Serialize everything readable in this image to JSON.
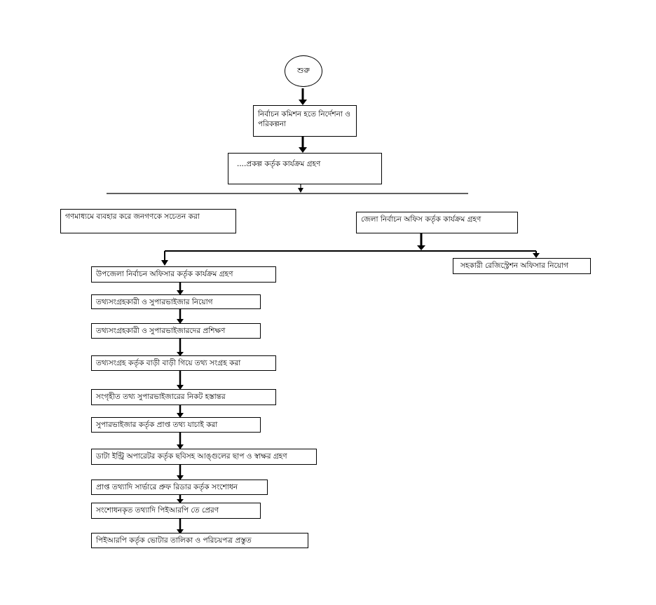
{
  "flowchart": {
    "start": "শুরু",
    "step_commission": "নির্বাচন কমিশন হতে নির্দেশনা ও পরিকল্পনা",
    "step_project": "....প্রকল্প কর্তৃক কার্যক্রম গ্রহণ",
    "left_branch": "গণমাধ্যমে ব্যবহার করে জনগণকে সচেতন করা",
    "right_branch": "জেলা নির্বাচন অফিস কর্তৃক কার্যক্রম গ্রহণ",
    "registration_officer": "সহকারী রেজিস্ট্রেশন অফিসার নিয়োগ",
    "steps": [
      "উপজেলা নির্বাচন অফিসার কর্তৃক কার্যক্রম গ্রহণ",
      "তথ্যসংগ্রহকারী ও সুপারভাইজার নিয়োগ",
      "তথ্যসংগ্রহকারী ও সুপারভাইজারদের প্রশিক্ষণ",
      "তথ্যসংগ্রহ কর্তৃক বাড়ী বাড়ী গিয়ে তথ্য সংগ্রহ করা",
      "সংগৃহীত তথ্য সুপারভাইজারের নিকট হস্তান্তর",
      "সুপারভাইজার কর্তৃক প্রাপ্ত তথ্য যাচাই করা",
      "ডাটা ইন্ট্রি অপারেটর কর্তৃক ছবিসহ আঙ্গুলের ছাপ ও স্বাক্ষর গ্রহণ",
      "প্রাপ্ত তথ্যাদি সার্ভারে প্রুফ রিডার কর্তৃক সংশোধন",
      "সংশোধনকৃত তথ্যাদি পিইআরপি তে প্রেরণ",
      "পিইআরপি কর্তৃক ভোটার তালিকা ও পরিচয়পত্র প্রস্তুত"
    ]
  }
}
